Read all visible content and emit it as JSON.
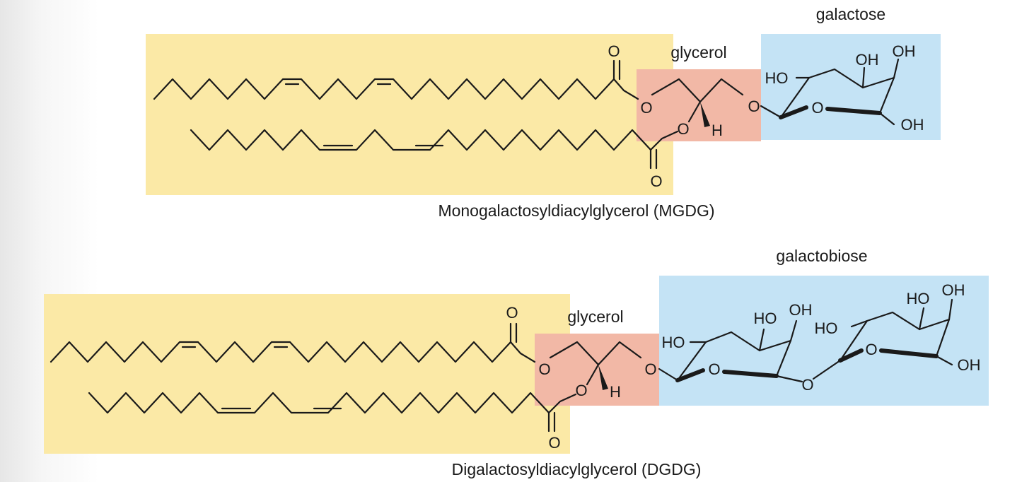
{
  "colors": {
    "fatty_acid_region": "#fbe9a6",
    "glycerol_region": "#f2b8a6",
    "sugar_region": "#c4e3f5",
    "ink": "#1a1a1a"
  },
  "mgdg": {
    "sugar_label": "galactose",
    "glycerol_label": "glycerol",
    "name": "Monogalactosyldiacylglycerol (MGDG)",
    "atoms": {
      "carbonyl_o_top": "O",
      "ester_o_top": "O",
      "ester_o_bottom": "O",
      "carbonyl_o_bottom": "O",
      "glycosidic_o": "O",
      "ring_o": "O",
      "h": "H",
      "ho": "HO",
      "oh_1": "OH",
      "oh_2": "OH",
      "oh_3": "OH"
    }
  },
  "dgdg": {
    "sugar_label": "galactobiose",
    "glycerol_label": "glycerol",
    "name": "Digalactosyldiacylglycerol (DGDG)",
    "atoms": {
      "carbonyl_o_top": "O",
      "ester_o_top": "O",
      "ester_o_bottom": "O",
      "carbonyl_o_bottom": "O",
      "glycosidic_o": "O",
      "ring1_o": "O",
      "link_o": "O",
      "ring2_o": "O",
      "h": "H",
      "ho_1": "HO",
      "ho_2": "HO",
      "ho_3": "HO",
      "ho_4": "HO",
      "oh_1": "OH",
      "oh_2": "OH",
      "oh_3": "OH"
    }
  }
}
